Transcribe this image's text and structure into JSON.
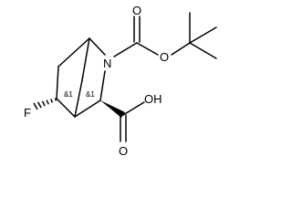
{
  "molecule": {
    "atoms": {
      "n_label": "N",
      "carbonyl_o_boc_label": "O",
      "ether_o_label": "O",
      "fluorine_label": "F",
      "carbonyl_o_acid_label": "O",
      "hydroxyl_label": "OH"
    },
    "stereo": {
      "c5_label": "&1",
      "c3_label": "&1"
    }
  }
}
